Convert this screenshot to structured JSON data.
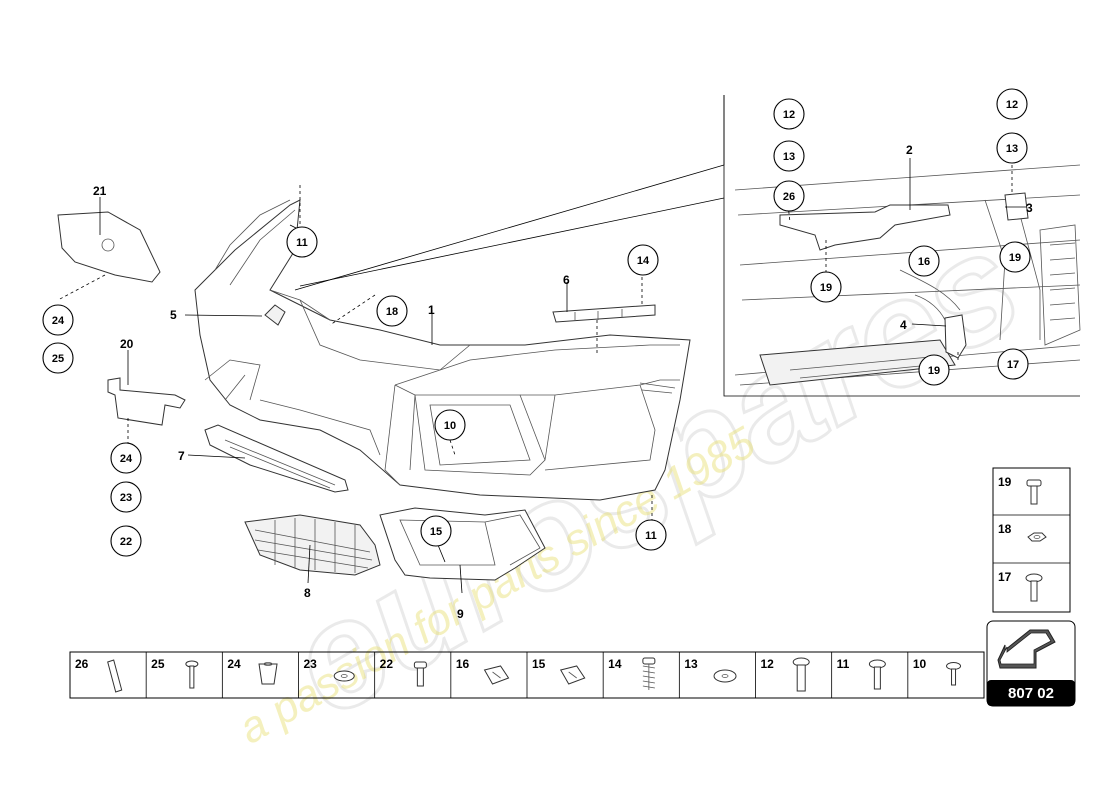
{
  "watermark": {
    "brand": "eurospares",
    "tagline": "a passion for parts since 1985"
  },
  "reference": "807 02",
  "main_labels": {
    "l1": "1",
    "l2": "2",
    "l3": "3",
    "l4": "4",
    "l5": "5",
    "l6": "6",
    "l7": "7",
    "l8": "8",
    "l9": "9",
    "l20": "20",
    "l21": "21"
  },
  "callouts": {
    "c11a": "11",
    "c18": "18",
    "c14": "14",
    "c10": "10",
    "c15": "15",
    "c11b": "11",
    "c24a": "24",
    "c25": "25",
    "c24b": "24",
    "c23": "23",
    "c22": "22",
    "c12a": "12",
    "c13a": "13",
    "c26": "26",
    "c19a": "19",
    "c16": "16",
    "c19b": "19",
    "c12b": "12",
    "c13b": "13",
    "c19c": "19",
    "c17": "17"
  },
  "side_legend": [
    {
      "num": "19"
    },
    {
      "num": "18"
    },
    {
      "num": "17"
    }
  ],
  "bottom_legend": [
    {
      "num": "26"
    },
    {
      "num": "25"
    },
    {
      "num": "24"
    },
    {
      "num": "23"
    },
    {
      "num": "22"
    },
    {
      "num": "16"
    },
    {
      "num": "15"
    },
    {
      "num": "14"
    },
    {
      "num": "13"
    },
    {
      "num": "12"
    },
    {
      "num": "11"
    },
    {
      "num": "10"
    }
  ]
}
